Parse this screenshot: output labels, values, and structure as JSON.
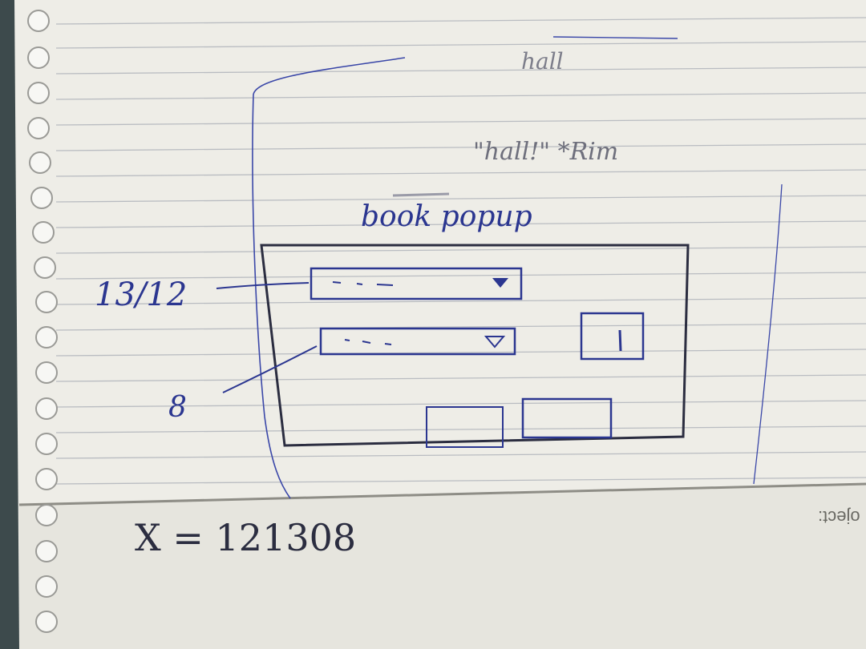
{
  "sketch": {
    "title_main": "book popup",
    "scribble_top": "hall",
    "scribble_mid": "\"hall!\" *Rim",
    "annotation_left_top": "13/12",
    "annotation_left_bottom": "8",
    "footer_equation": "X = 121308",
    "reversed_print": "oject:"
  },
  "colors": {
    "paper": "#eeede7",
    "paper_shadow": "#c9c8c1",
    "blue_ink": "#2b3690",
    "pencil": "#2b2d40",
    "rule_line": "#b9bcc1"
  },
  "icons": [
    "dropdown-arrow-icon",
    "binder-ring-icon"
  ]
}
